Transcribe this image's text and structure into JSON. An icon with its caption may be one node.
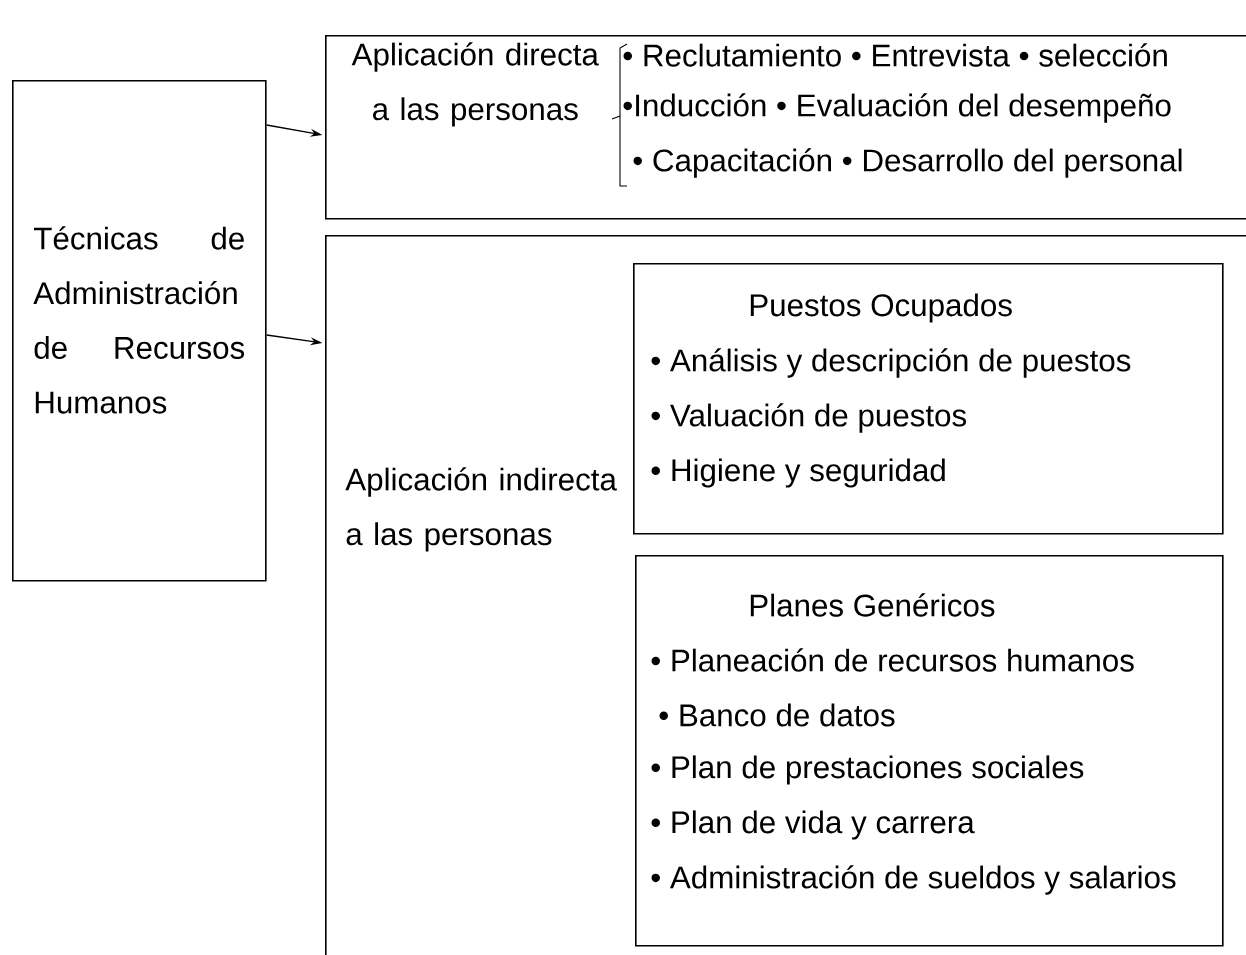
{
  "diagram": {
    "nodes": [
      {
        "text": [
          "Técnicas de Administración de Recursos Humanos"
        ]
      },
      {
        "text": [
          "Aplicación directa a las personas",
          "• Reclutamiento • Entrevista • selección",
          "•Inducción • Evaluación del desempeño",
          "• Capacitación • Desarrollo del personal"
        ]
      },
      {
        "text": [
          "Aplicación indirecta a las personas"
        ]
      },
      {
        "text": [
          "Puestos Ocupados",
          "• Análisis y descripción de puestos",
          "• Valuación de puestos",
          "• Higiene y seguridad"
        ],
        "in": 2
      },
      {
        "text": [
          "Planes Genéricos",
          "• Planeación de recursos humanos",
          "• Banco de datos",
          "• Plan de prestaciones sociales",
          "• Plan de vida y carrera",
          "• Administración de sueldos y salarios"
        ],
        "in": 2
      }
    ],
    "edges": [
      {
        "from": 0,
        "to": 1,
        "arrow": "to"
      },
      {
        "from": 0,
        "to": 2,
        "arrow": "to"
      }
    ]
  }
}
